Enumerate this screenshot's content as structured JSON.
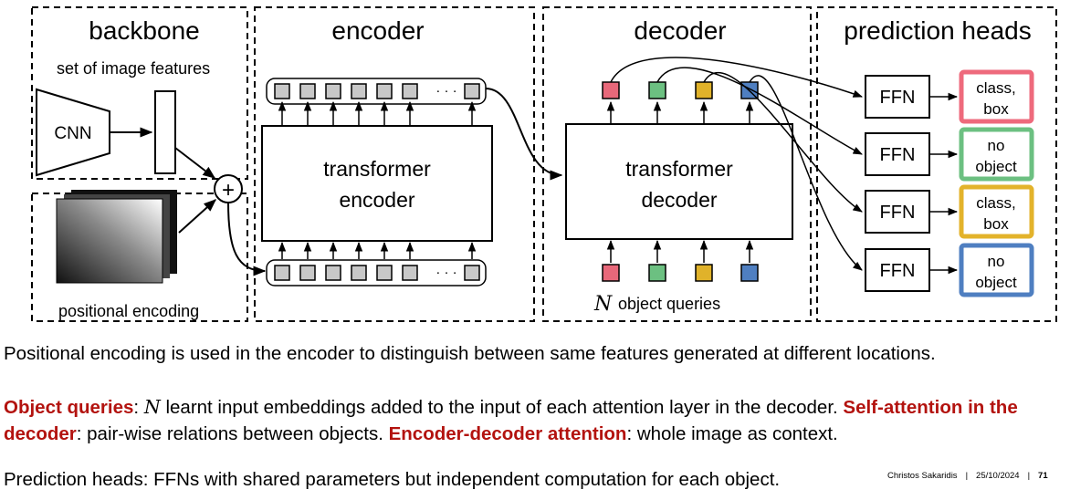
{
  "diagram": {
    "sections": {
      "backbone": "backbone",
      "encoder": "encoder",
      "decoder": "decoder",
      "prediction_heads": "prediction heads"
    },
    "backbone": {
      "features_label": "set of image features",
      "cnn_label": "CNN",
      "plus_symbol": "+",
      "positional_encoding_label": "positional encoding"
    },
    "encoder": {
      "block_line1": "transformer",
      "block_line2": "encoder",
      "ellipsis": "· · ·"
    },
    "decoder": {
      "block_line1": "transformer",
      "block_line2": "decoder",
      "queries_var": "N",
      "queries_label": "object queries",
      "query_colors": [
        "#e8687a",
        "#6cc081",
        "#e0b22a",
        "#4f7fc1"
      ]
    },
    "heads": {
      "ffn_label": "FFN",
      "outputs": [
        {
          "line1": "class,",
          "line2": "box",
          "color": "#ee6a7c"
        },
        {
          "line1": "no",
          "line2": "object",
          "color": "#6cc081"
        },
        {
          "line1": "class,",
          "line2": "box",
          "color": "#e3b32b"
        },
        {
          "line1": "no",
          "line2": "object",
          "color": "#4f7fc1"
        }
      ]
    }
  },
  "text": {
    "p1": "Positional encoding is used in the encoder to distinguish between same features generated at different locations.",
    "p2_term1": "Object queries",
    "p2_colon1": ": ",
    "p2_var": "N",
    "p2_text1": " learnt input embeddings added to the input of each attention layer in the decoder. ",
    "p2_term2": "Self-attention in the decoder",
    "p2_text2": ": pair-wise relations between objects. ",
    "p2_term3": "Encoder-decoder attention",
    "p2_text3": ": whole image as context.",
    "p3": "Prediction heads: FFNs with shared parameters but independent computation for each object."
  },
  "footer": {
    "author": "Christos Sakaridis",
    "separator": "|",
    "date": "25/10/2024",
    "page": "71"
  }
}
